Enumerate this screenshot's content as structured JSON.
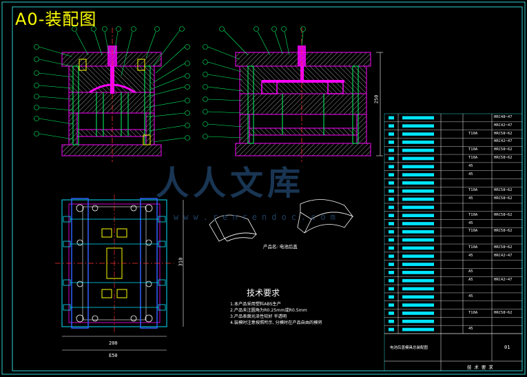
{
  "title": "A0-装配图",
  "watermark": {
    "text": "人人文库",
    "subtext": "www.renrendoc.com"
  },
  "tech_requirements": {
    "title": "技术要求",
    "items": [
      "1.本产品采用塑料ABS生产",
      "2.产品未注圆角为R0.25mm或R0.5mm",
      "3.产品表面光泽性较好 半透明",
      "4.装模时注意按照所示, 分模时在产品自由的模将"
    ]
  },
  "product_caption": "产品名: 电池后盖",
  "dimensions": {
    "height_side": "250",
    "height_top": "310",
    "width_inner": "200",
    "width_outer": "E50"
  },
  "title_block": {
    "drawing_name": "电池后盖模具总装配图",
    "sheet": "01",
    "footer": "技 术 要 求",
    "rows": [
      {
        "material": "",
        "hardness": "HRC48~47"
      },
      {
        "material": "",
        "hardness": "HRC42~47"
      },
      {
        "material": "T10A",
        "hardness": "HRC58~62"
      },
      {
        "material": "",
        "hardness": "HRC42~47"
      },
      {
        "material": "T10A",
        "hardness": "HRC58~62"
      },
      {
        "material": "T10A",
        "hardness": "HRC58~62"
      },
      {
        "material": "45",
        "hardness": ""
      },
      {
        "material": "45",
        "hardness": ""
      },
      {
        "material": "",
        "hardness": ""
      },
      {
        "material": "T10A",
        "hardness": "HRC58~62"
      },
      {
        "material": "45",
        "hardness": "HRC58~62"
      },
      {
        "material": "",
        "hardness": ""
      },
      {
        "material": "T10A",
        "hardness": "HRC58~62"
      },
      {
        "material": "45",
        "hardness": ""
      },
      {
        "material": "T10A",
        "hardness": "HRC58~62"
      },
      {
        "material": "",
        "hardness": ""
      },
      {
        "material": "T10A",
        "hardness": "HRC58~62"
      },
      {
        "material": "45",
        "hardness": "HRC42~47"
      },
      {
        "material": "",
        "hardness": ""
      },
      {
        "material": "A5",
        "hardness": ""
      },
      {
        "material": "A5",
        "hardness": "HRC42~47"
      },
      {
        "material": "",
        "hardness": ""
      },
      {
        "material": "45",
        "hardness": ""
      },
      {
        "material": "",
        "hardness": ""
      },
      {
        "material": "T10A",
        "hardness": "HRC58~62"
      },
      {
        "material": "",
        "hardness": ""
      },
      {
        "material": "45",
        "hardness": ""
      }
    ]
  },
  "colors": {
    "frame": "#2fd3d3",
    "cyan": "#00e5ff",
    "magenta": "#ff00ff",
    "green": "#00ff66",
    "yellow": "#ffff00",
    "white": "#ffffff",
    "hatch": "#b0b0b0",
    "red": "#ff3030",
    "blue": "#3060ff",
    "watermark": "#1e3f62"
  }
}
